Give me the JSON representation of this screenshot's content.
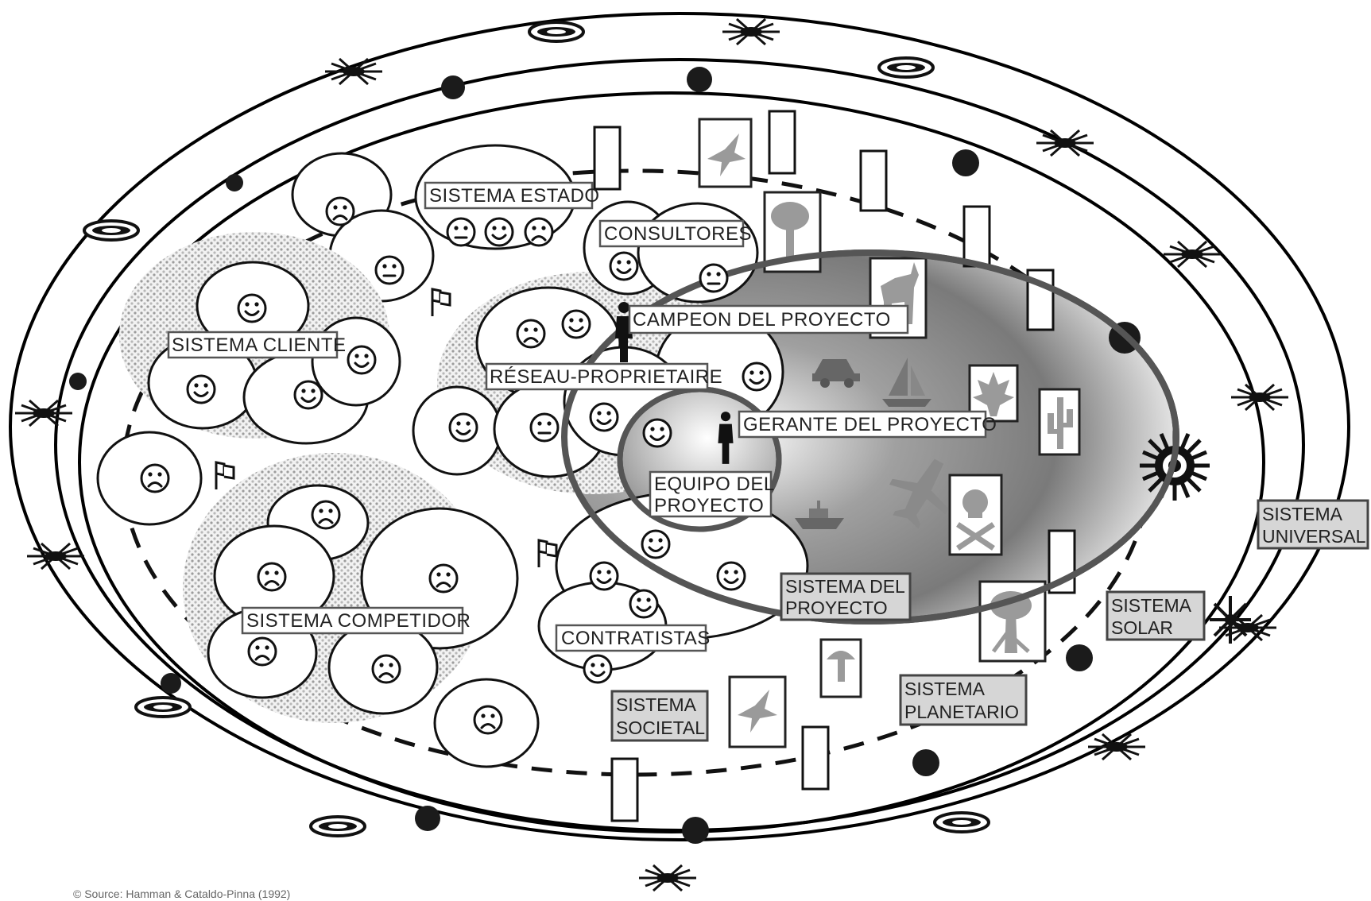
{
  "labels": {
    "sistema_estado": "SISTEMA ESTADO",
    "consultores": "CONSULTORES",
    "campeon": "CAMPEON DEL PROYECTO",
    "sistema_cliente": "SISTEMA CLIENTE",
    "reseau": "RÉSEAU-PROPRIETAIRE",
    "gerante": "GERANTE DEL PROYECTO",
    "equipo_l1": "EQUIPO DEL",
    "equipo_l2": "PROYECTO",
    "sistema_competidor": "SISTEMA COMPETIDOR",
    "contratistas": "CONTRATISTAS",
    "sistema_del_proyecto_l1": "SISTEMA DEL",
    "sistema_del_proyecto_l2": "PROYECTO",
    "sistema_societal_l1": "SISTEMA",
    "sistema_societal_l2": "SOCIETAL",
    "sistema_planetario_l1": "SISTEMA",
    "sistema_planetario_l2": "PLANETARIO",
    "sistema_solar_l1": "SISTEMA",
    "sistema_solar_l2": "SOLAR",
    "sistema_universal_l1": "SISTEMA",
    "sistema_universal_l2": "UNIVERSAL"
  },
  "copyright": "© Source: Hamman & Cataldo-Pinna (1992)",
  "icons": [
    "smiley-icon",
    "neutral-face-icon",
    "sad-face-icon",
    "person-icon",
    "flag-icon",
    "bird-icon",
    "tree-icon",
    "deer-icon",
    "maple-leaf-icon",
    "cactus-icon",
    "skull-crossbones-icon",
    "airplane-icon",
    "car-icon",
    "sailboat-icon",
    "ship-icon",
    "mushroom-icon",
    "sun-icon",
    "star-burst-icon",
    "galaxy-icon",
    "planet-icon"
  ],
  "colors": {
    "ink": "#111111",
    "label_box_gray": "#d6d6d6",
    "project_shading": "#8a8a8a"
  }
}
